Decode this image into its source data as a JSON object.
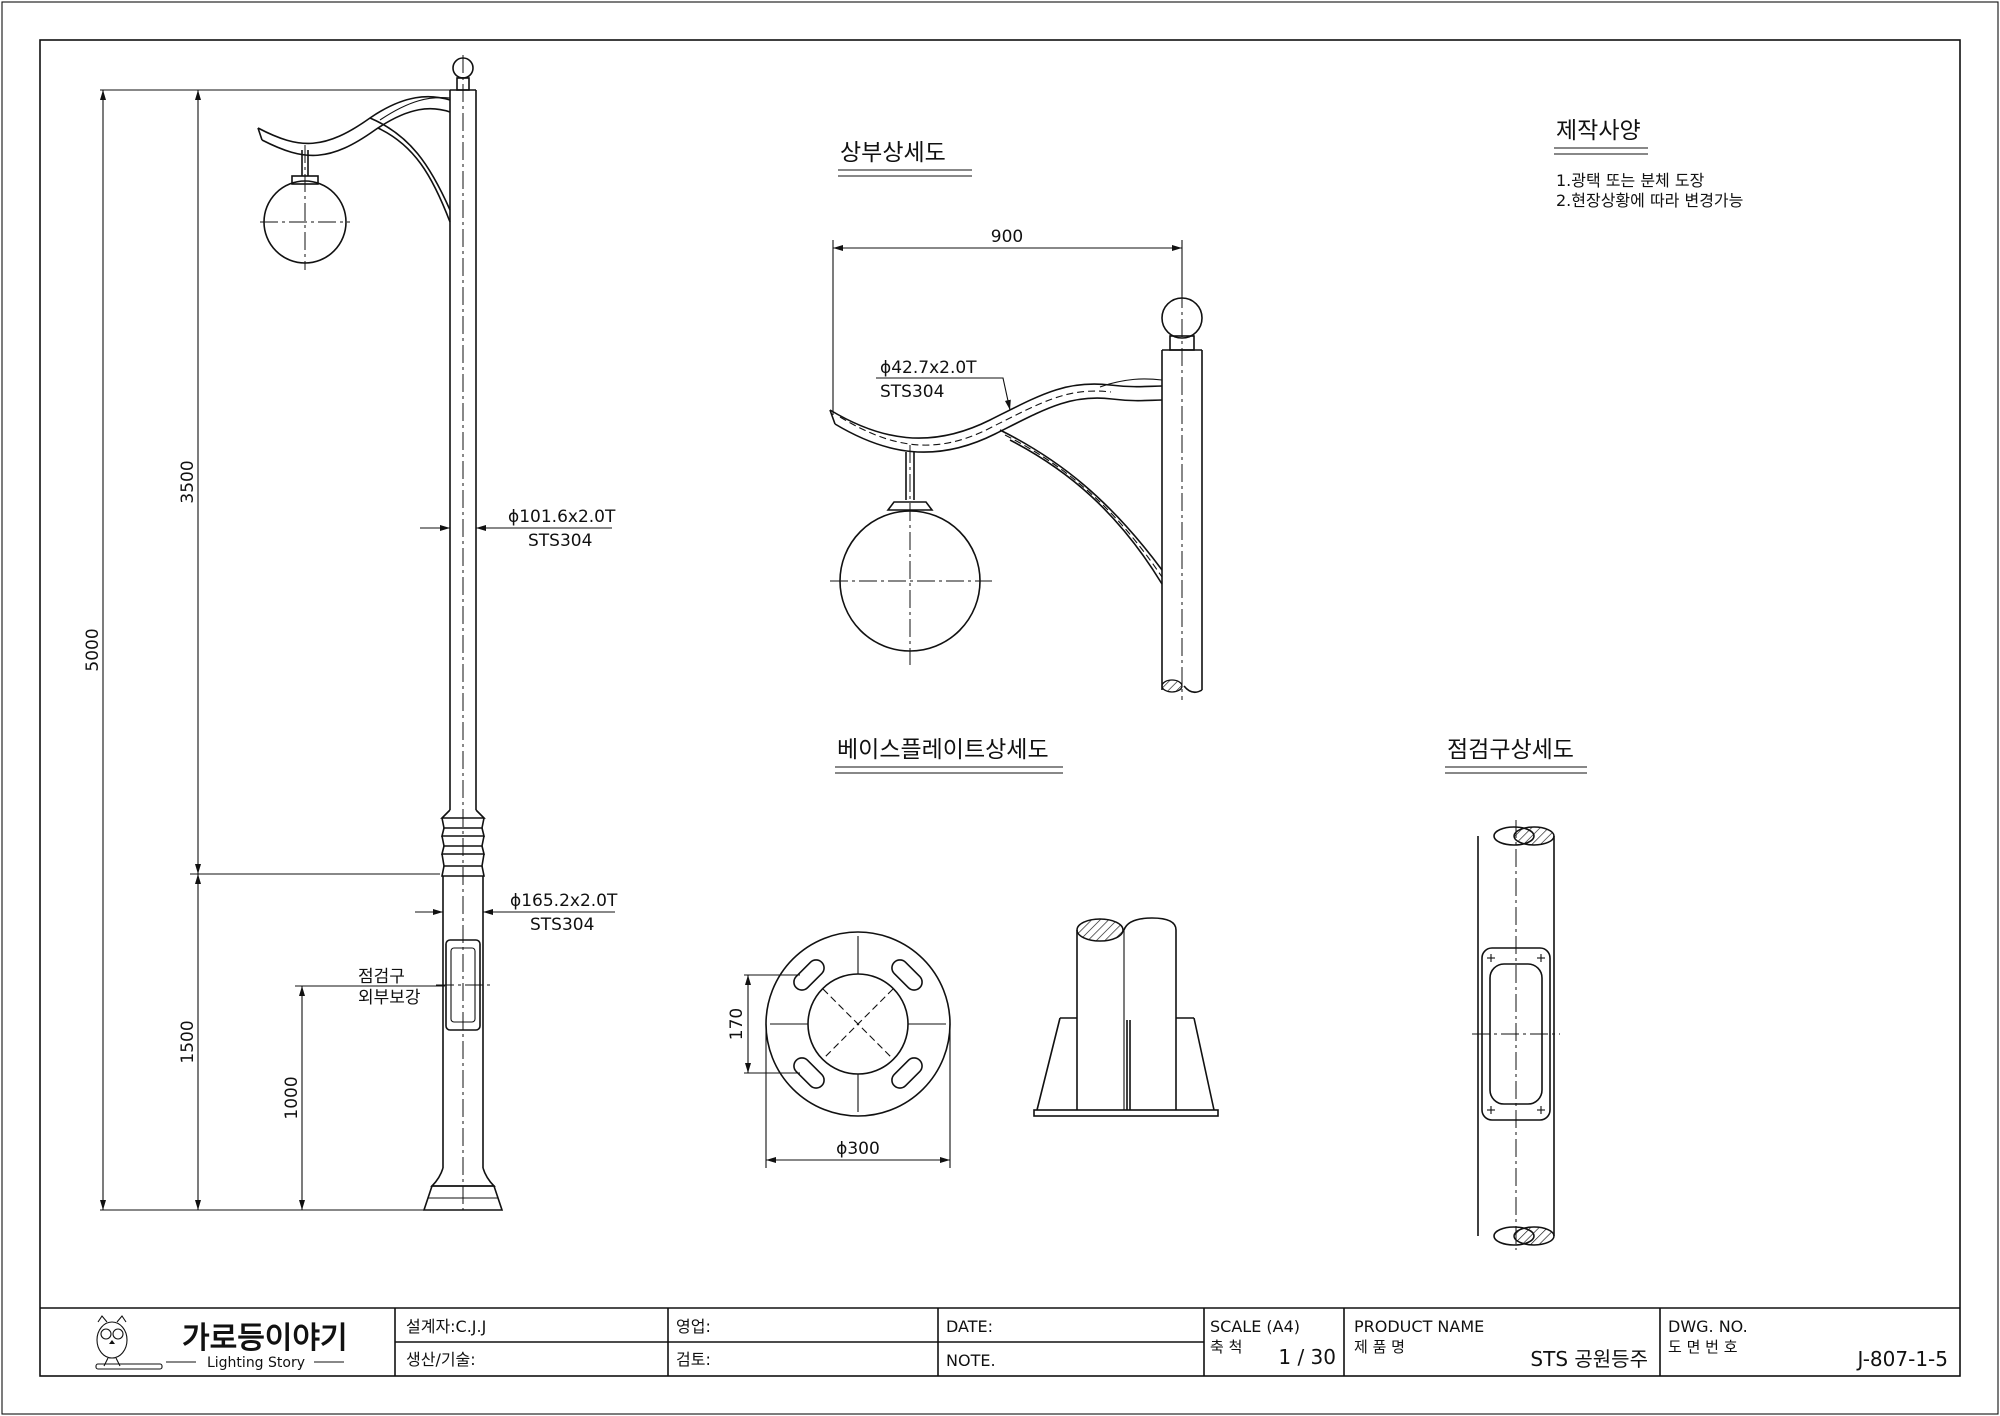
{
  "views": {
    "elevation": {
      "dim_total": "5000",
      "dim_upper": "3500",
      "dim_lower": "1500",
      "dim_door": "1000",
      "pole_spec_upper": "ϕ101.6x2.0T",
      "pole_material_upper": "STS304",
      "pole_spec_lower": "ϕ165.2x2.0T",
      "pole_material_lower": "STS304",
      "door_note_1": "점검구",
      "door_note_2": "외부보강"
    },
    "top_detail": {
      "title": "상부상세도",
      "dim_width": "900",
      "arm_spec": "ϕ42.7x2.0T",
      "arm_material": "STS304"
    },
    "base_detail": {
      "title": "베이스플레이트상세도",
      "dim_bolt": "170",
      "dim_plate": "ϕ300"
    },
    "door_detail": {
      "title": "점검구상세도"
    }
  },
  "spec": {
    "title": "제작사양",
    "lines": [
      "1.광택 또는 분체 도장",
      "2.현장상황에 따라 변경가능"
    ]
  },
  "title_block": {
    "logo_title": "가로등이야기",
    "logo_subtitle": "Lighting Story",
    "designer": "설계자:C.J.J",
    "production": "생산/기술:",
    "sales": "영업:",
    "review": "검토:",
    "date": "DATE:",
    "note": "NOTE.",
    "scale_label": "SCALE (A4)",
    "scale_kr": "축 척",
    "scale_value": "1 / 30",
    "product_label": "PRODUCT NAME",
    "product_kr": "제 품 명",
    "product_value": "STS 공원등주",
    "dwg_label": "DWG. NO.",
    "dwg_kr": "도 면 번 호",
    "dwg_value": "J-807-1-5"
  }
}
